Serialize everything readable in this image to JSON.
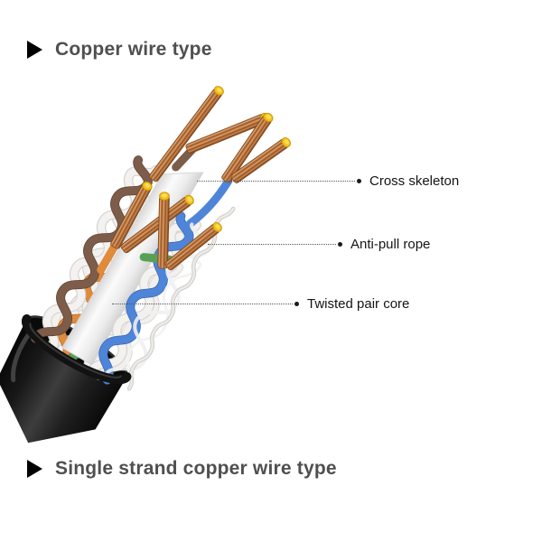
{
  "page": {
    "background": "#ffffff"
  },
  "sections": {
    "top_heading": "Copper wire type",
    "bottom_heading": "Single strand copper wire type"
  },
  "diagram": {
    "callouts": [
      {
        "label": "Cross skeleton"
      },
      {
        "label": "Anti-pull rope"
      },
      {
        "label": "Twisted pair core"
      }
    ],
    "colors": {
      "heading_text": "#4f4f4f",
      "label_text": "#141414",
      "leader_line": "#555555",
      "bullet": "#000000",
      "jacket_black": "#1a1a1a",
      "copper": "#c8824e",
      "copper_tip": "#f2c31c",
      "pair_blue": "#4e85d9",
      "pair_green": "#58a154",
      "pair_orange": "#e08a3c",
      "pair_brown": "#7d5c49",
      "cross_skeleton": "#ededed",
      "anti_pull_rope": "#ecebe8"
    }
  }
}
